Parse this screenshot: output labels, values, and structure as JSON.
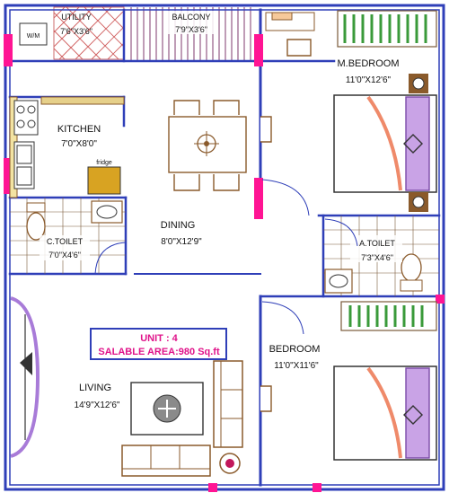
{
  "unit_box": {
    "unit_line": "UNIT : 4",
    "area_line": "SALABLE AREA:980 Sq.ft"
  },
  "rooms": {
    "utility": {
      "name": "UTILITY",
      "dims": "7'6\"X3'6\""
    },
    "balcony": {
      "name": "BALCONY",
      "dims": "7'9\"X3'6\""
    },
    "kitchen": {
      "name": "KITCHEN",
      "dims": "7'0\"X8'0\""
    },
    "dining": {
      "name": "DINING",
      "dims": "8'0\"X12'9\""
    },
    "c_toilet": {
      "name": "C.TOILET",
      "dims": "7'0\"X4'6\""
    },
    "m_bedroom": {
      "name": "M.BEDROOM",
      "dims": "11'0\"X12'6\""
    },
    "a_toilet": {
      "name": "A.TOILET",
      "dims": "7'3\"X4'6\""
    },
    "living": {
      "name": "LIVING",
      "dims": "14'9\"X12'6\""
    },
    "bedroom": {
      "name": "BEDROOM",
      "dims": "11'0\"X11'6\""
    }
  },
  "fixtures": {
    "washing_machine": "W/M",
    "fridge": "fridge"
  },
  "colors": {
    "wall": "#2f3fb8",
    "opening": "#ff1493",
    "furniture": "#8a5a2b",
    "bed": "#a87bd8",
    "label_accent": "#e0138a"
  }
}
